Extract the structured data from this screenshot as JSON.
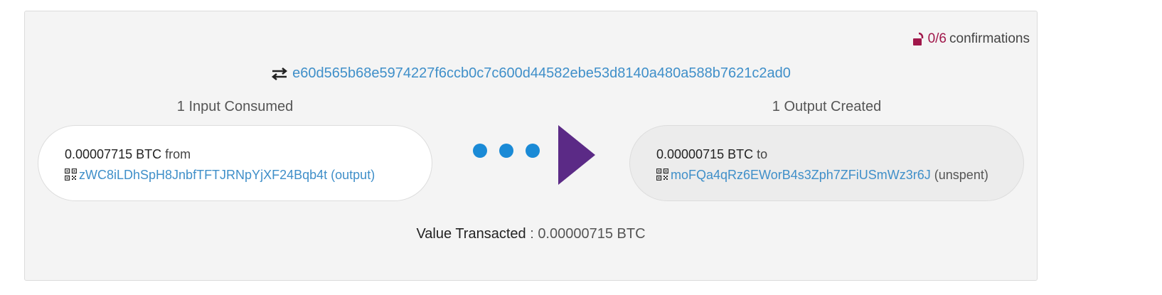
{
  "transaction": {
    "txid": "e60d565b68e5974227f6ccb0c7c600d44582ebe53d8140a480a588b7621c2ad0",
    "confirmations_count": "0/6",
    "confirmations_label": "confirmations",
    "inputs_title": "1 Input Consumed",
    "outputs_title": "1 Output Created",
    "input": {
      "amount": "0.00007715 BTC",
      "conjunction": "from",
      "address": "zWC8iLDhSpH8JnbfTFTJRNpYjXF24Bqb4t",
      "link": "(output)"
    },
    "output": {
      "amount": "0.00000715 BTC",
      "conjunction": "to",
      "address": "moFQa4qRz6EWorB4s3Zph7ZFiUSmWz3r6J",
      "status": "(unspent)"
    },
    "value_label": "Value Transacted",
    "value_separator": ":",
    "value_amount": "0.00000715 BTC"
  },
  "icons": {
    "lock": "unlock-icon",
    "swap": "swap-arrows-icon",
    "qr": "qr-code-icon",
    "arrow": "play-arrow-icon"
  },
  "colors": {
    "link": "#3f8fc9",
    "confirmations": "#a0174a",
    "dots": "#1a8ad6",
    "arrow": "#5b2a86"
  }
}
